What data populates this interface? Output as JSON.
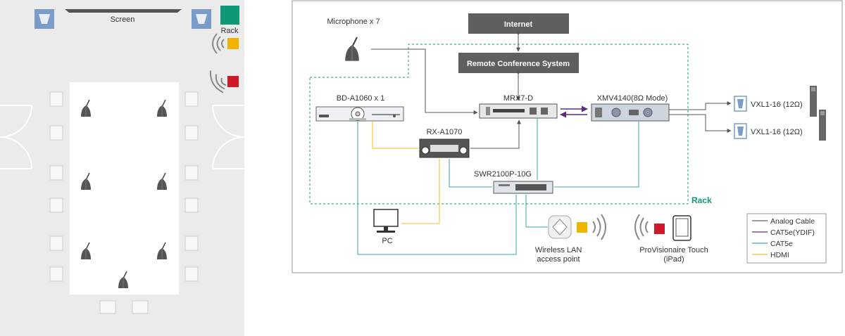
{
  "room": {
    "screen_label": "Screen",
    "rack_label": "Rack"
  },
  "diagram": {
    "internet_label": "Internet",
    "conference_label": "Remote Conference System",
    "microphone_label": "Microphone x 7",
    "bd_label": "BD-A1060 x 1",
    "mrx_label": "MRX7-D",
    "xmv_label": "XMV4140(8Ω Mode)",
    "rx_label": "RX-A1070",
    "swr_label": "SWR2100P-10G",
    "speaker1_label": "VXL1-16 (12Ω)",
    "speaker2_label": "VXL1-16 (12Ω)",
    "rack_label": "Rack",
    "pc_label": "PC",
    "wlan_label_line1": "Wireless LAN",
    "wlan_label_line2": "access point",
    "provisionaire_label_line1": "ProVisionaire Touch",
    "provisionaire_label_line2": "(iPad)"
  },
  "legend": [
    {
      "label": "Analog Cable",
      "color": "#666666"
    },
    {
      "label": "CAT5e(YDIF)",
      "color": "#5a2d82"
    },
    {
      "label": "CAT5e",
      "color": "#3aa6a6"
    },
    {
      "label": "HDMI",
      "color": "#f0c020"
    }
  ],
  "colors": {
    "room_bg": "#ebebeb",
    "rack_green": "#119977",
    "accent_yellow": "#f0b400",
    "accent_red": "#cc1a2a",
    "speaker_blue": "#7b9cc8",
    "dark_box": "#5f5f5f"
  }
}
